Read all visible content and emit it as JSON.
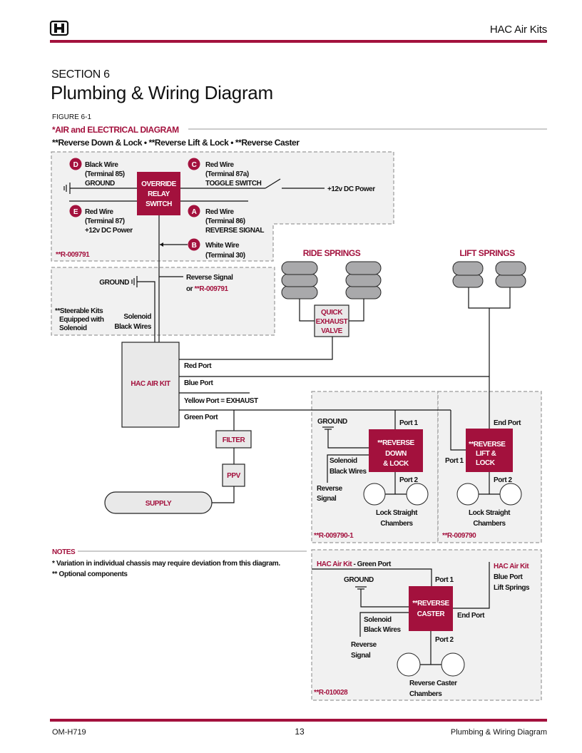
{
  "colors": {
    "accent": "#A3113D",
    "panel": "#F1F1F1",
    "component": "#E9E9E9",
    "spring": "#A9A9AB"
  },
  "header": {
    "logo": "H",
    "title": "HAC Air Kits"
  },
  "section": {
    "label": "SECTION 6",
    "title": "Plumbing & Wiring Diagram"
  },
  "figure": {
    "label": "FIGURE 6-1",
    "heading": "*AIR and ELECTRICAL DIAGRAM",
    "subheading": "**Reverse Down & Lock • **Reverse Lift & Lock • **Reverse Caster"
  },
  "relay_panel": {
    "box_label": [
      "OVERRIDE",
      "RELAY",
      "SWITCH"
    ],
    "terminals": [
      {
        "letter": "D",
        "lines": [
          "Black Wire",
          "(Terminal 85)",
          "GROUND"
        ]
      },
      {
        "letter": "C",
        "lines": [
          "Red Wire",
          "(Terminal 87a)",
          "TOGGLE SWITCH"
        ]
      },
      {
        "letter": "E",
        "lines": [
          "Red Wire",
          "(Terminal 87)",
          "+12v DC Power"
        ]
      },
      {
        "letter": "A",
        "lines": [
          "Red Wire",
          "(Terminal 86)",
          "REVERSE SIGNAL"
        ]
      },
      {
        "letter": "B",
        "lines": [
          "White Wire",
          "(Terminal 30)"
        ]
      }
    ],
    "power_label": "+12v DC Power",
    "part_number": "**R-009791"
  },
  "solenoid_panel": {
    "ground": "GROUND",
    "reverse_signal": "Reverse Signal",
    "or": "or ",
    "part_ref": "**R-009791",
    "steerable": [
      "**Steerable Kits",
      "Equipped with",
      "Solenoid"
    ],
    "solenoid_wires": [
      "Solenoid",
      "Black Wires"
    ]
  },
  "springs": {
    "ride": "RIDE SPRINGS",
    "lift": "LIFT SPRINGS",
    "valve": [
      "QUICK",
      "EXHAUST",
      "VALVE"
    ]
  },
  "air_kit": {
    "label": "HAC AIR KIT",
    "ports": [
      "Red Port",
      "Blue Port",
      "Yellow Port = EXHAUST",
      "Green Port"
    ],
    "filter": "FILTER",
    "ppv": "PPV",
    "supply": "SUPPLY"
  },
  "reverse_down_lock": {
    "box": [
      "**REVERSE",
      "DOWN",
      "& LOCK"
    ],
    "ground": "GROUND",
    "port1": "Port 1",
    "port2": "Port 2",
    "solenoid": [
      "Solenoid",
      "Black Wires"
    ],
    "signal": [
      "Reverse",
      "Signal"
    ],
    "chambers": [
      "Lock Straight",
      "Chambers"
    ],
    "part_number": "**R-009790-1"
  },
  "reverse_lift_lock": {
    "box": [
      "**REVERSE",
      "LIFT &",
      "LOCK"
    ],
    "end_port": "End Port",
    "port1": "Port 1",
    "port2": "Port 2",
    "chambers": [
      "Lock Straight",
      "Chambers"
    ],
    "part_number": "**R-009790"
  },
  "reverse_caster": {
    "box": [
      "**REVERSE",
      "CASTER"
    ],
    "green_src": "HAC Air Kit",
    "green_port": " - Green Port",
    "ground": "GROUND",
    "port1": "Port 1",
    "port2": "Port 2",
    "end_port": "End Port",
    "solenoid": [
      "Solenoid",
      "Black Wires"
    ],
    "signal": [
      "Reverse",
      "Signal"
    ],
    "blue_src": "HAC Air Kit",
    "blue_port": [
      "Blue Port",
      "Lift Springs"
    ],
    "chambers": [
      "Reverse Caster",
      "Chambers"
    ],
    "part_number": "**R-010028"
  },
  "notes": {
    "heading": "NOTES",
    "items": [
      "*  Variation in individual chassis may require deviation from this diagram.",
      "** Optional components"
    ]
  },
  "footer": {
    "doc": "OM-H719",
    "page": "13",
    "section": "Plumbing & Wiring Diagram"
  }
}
